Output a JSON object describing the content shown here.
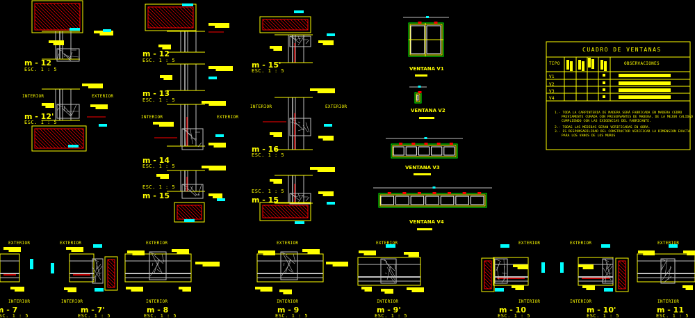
{
  "colors": {
    "background": "#000000",
    "annotation": "#ffff00",
    "dimension": "#00ffff",
    "section_hatch": "#ff0000",
    "wall_lines": "#c0c0c0",
    "frame": "#00ff00"
  },
  "common": {
    "interior": "INTERIOR",
    "exterior": "EXTERIOR",
    "scale": "ESC. 1 : 5"
  },
  "details_top": [
    {
      "mark": "m - 12"
    },
    {
      "mark": "m - 12'"
    },
    {
      "mark": "m - 12"
    },
    {
      "mark": "m - 13"
    },
    {
      "mark": "m - 14"
    },
    {
      "mark": "m - 15"
    },
    {
      "mark": "m - 15'"
    },
    {
      "mark": "m - 16"
    },
    {
      "mark": "m - 15"
    }
  ],
  "details_bottom": [
    {
      "mark": "m - 7"
    },
    {
      "mark": "m - 7'"
    },
    {
      "mark": "m - 8"
    },
    {
      "mark": "m - 9"
    },
    {
      "mark": "m - 9'"
    },
    {
      "mark": "m - 10"
    },
    {
      "mark": "m - 10'"
    },
    {
      "mark": "m - 11"
    }
  ],
  "windows": [
    {
      "label": "VENTANA V1"
    },
    {
      "label": "VENTANA V2"
    },
    {
      "label": "VENTANA V3"
    },
    {
      "label": "VENTANA V4"
    }
  ],
  "schedule": {
    "title": "CUADRO DE VENTANAS",
    "col_tipo": "TIPO",
    "col_obs": "OBSERVACIONES",
    "rows": [
      "V1",
      "V2",
      "V3",
      "V4"
    ],
    "notes": [
      "1.- TODA LA CARPINTERIA DE MADERA SERÁ FABRICADA EN MADERA CEDRO",
      "PREVIAMENTE CURADA CON PRESERVANTES DE MADERA. DE LA MEJOR CALIDAD",
      "CUMPLIENDO CON LAS EXIGENCIAS DEL FABRICANTE.",
      "2.- TODAS LAS MEDIDAS SERAN VERIFICADAS EN OBRA.",
      "3.- ES RESPONSABILIDAD DEL CONSTRUCTOR VERIFICAR LA DIMENSION EXACTA",
      "PARA LOS VANOS DE LOS MUROS"
    ]
  }
}
